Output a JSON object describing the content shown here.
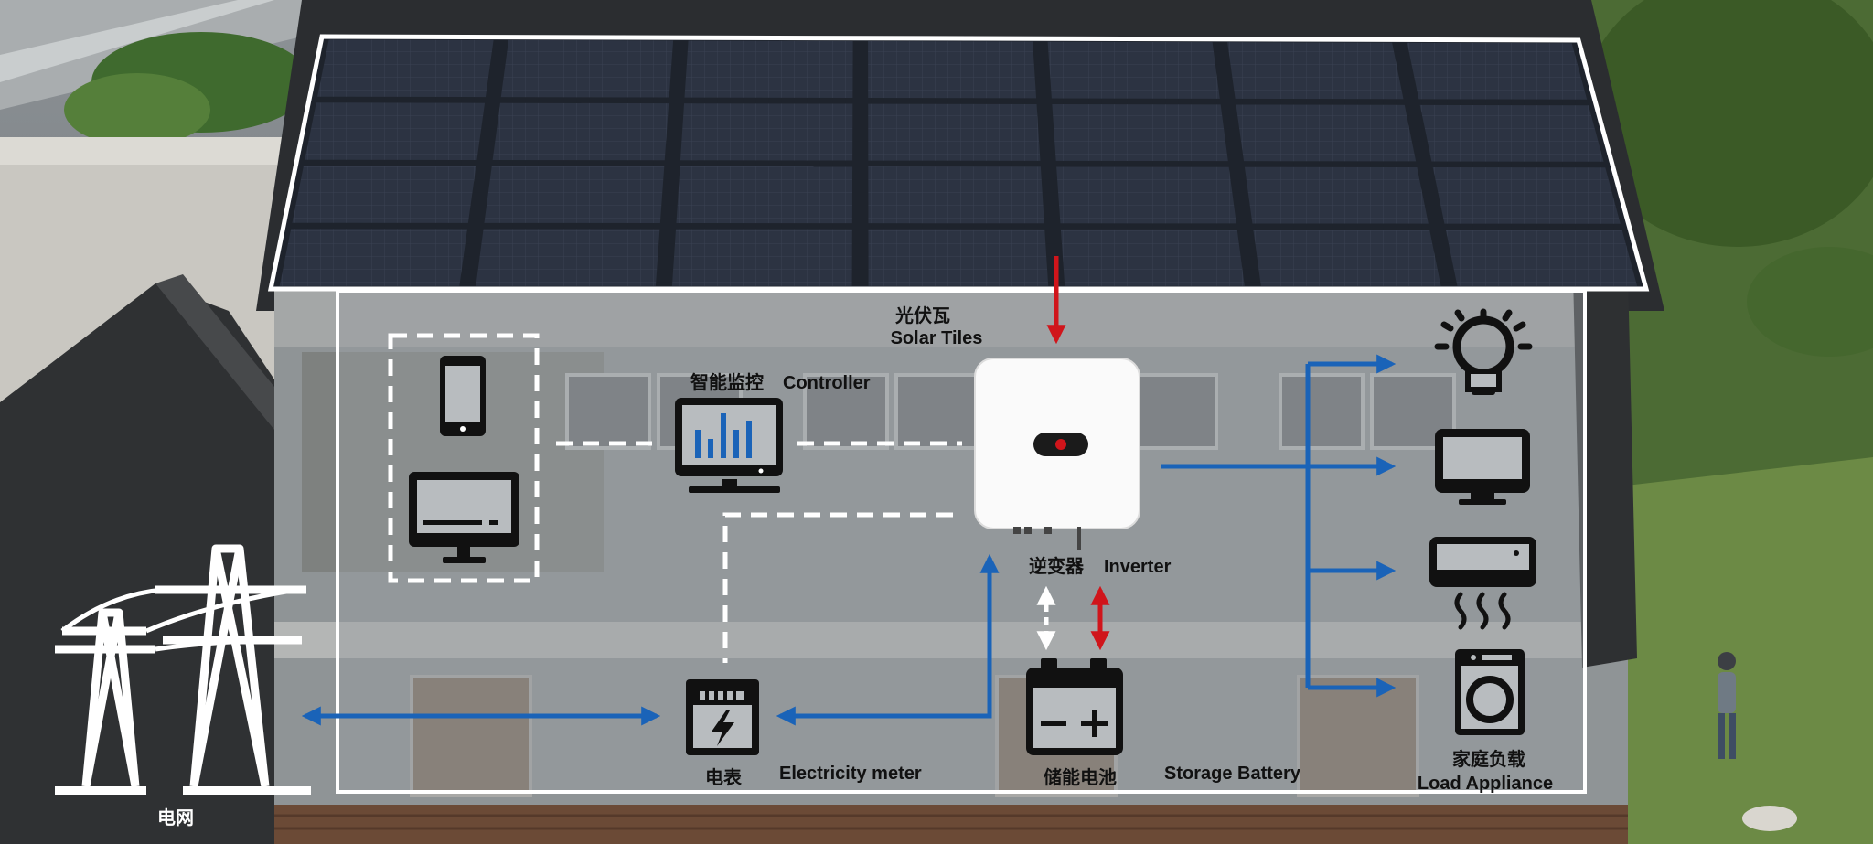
{
  "labels": {
    "solar_zh": "光伏瓦",
    "solar_en": "Solar Tiles",
    "controller_zh": "智能监控",
    "controller_en": "Controller",
    "inverter_zh": "逆变器",
    "inverter_en": "Inverter",
    "meter_zh": "电表",
    "meter_en": "Electricity meter",
    "battery_zh": "储能电池",
    "battery_en": "Storage Battery",
    "load_zh": "家庭负载",
    "load_en": "Load Appliance",
    "grid_zh": "电网"
  },
  "colors": {
    "flow_blue": "#1a63b8",
    "flow_red": "#d0151b",
    "data_link": "#ffffff",
    "panel_frame": "#ffffff",
    "solar_cell": "#2a3140"
  },
  "icons": {
    "devices": [
      "phone-icon",
      "monitor-icon"
    ],
    "controller": "dashboard-monitor-icon",
    "meter": "electricity-meter-icon",
    "battery": "battery-icon",
    "grid": "power-tower-icon",
    "loads": [
      "light-bulb-icon",
      "tv-icon",
      "air-conditioner-icon",
      "washing-machine-icon"
    ]
  }
}
